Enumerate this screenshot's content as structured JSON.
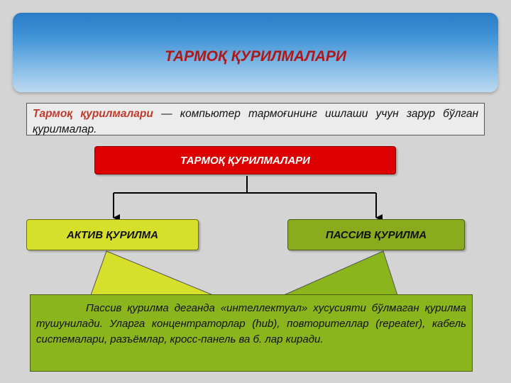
{
  "title": "ТАРМОҚ ҚУРИЛМАЛАРИ",
  "definition": {
    "term": "Тармоқ қурилмалари",
    "text": " — компьютер тармоғининг ишлаши учун зарур бўлган қурилмалар."
  },
  "diagram": {
    "root_label": "ТАРМОҚ ҚУРИЛМАЛАРИ",
    "active_label": "АКТИВ ҚУРИЛМА",
    "passive_label": "ПАССИВ ҚУРИЛМА"
  },
  "callout": {
    "text": "Пассив қурилма деганда «интеллектуал» хусусияти бўлмаган қурилма тушунилади. Уларга концентраторлар (hub), повторителлар (repeater), кабель системалари, разъёмлар, кросс-панель ва б. лар киради."
  },
  "colors": {
    "title_text": "#b01717",
    "root_box": "#dc0000",
    "active_box": "#d6df2a",
    "passive_box": "#8aab1d",
    "callout_box": "#8ab51c"
  }
}
